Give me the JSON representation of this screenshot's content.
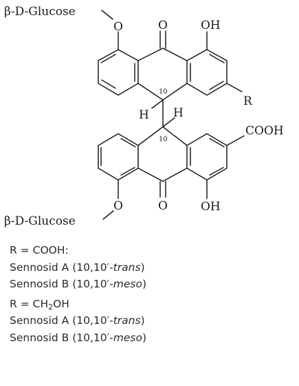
{
  "structure": {
    "labels": {
      "glucose_top": "β-D-Glucose",
      "glucose_bottom": "β-D-Glucose",
      "o_ether_top": "O",
      "o_ether_bottom": "O",
      "o_carbonyl_top": "O",
      "o_carbonyl_bottom": "O",
      "oh_top": "OH",
      "oh_bottom": "OH",
      "r_group": "R",
      "cooh": "COOH",
      "h_left": "H",
      "h_right": "H",
      "c10_top": "10",
      "c10_bottom": "10"
    }
  },
  "legend": {
    "groups": [
      {
        "r_prefix": "R = ",
        "r_value": "COOH",
        "r_sub": "",
        "r_suffix": ":",
        "items": [
          {
            "name": "Sennosid A",
            "open": " (10,10′-",
            "stereo": "trans",
            "close": ")"
          },
          {
            "name": "Sennosid B",
            "open": " (10,10′-",
            "stereo": "meso",
            "close": ")"
          }
        ]
      },
      {
        "r_prefix": "R = ",
        "r_value": "CH",
        "r_sub": "2",
        "r_suffix": "OH",
        "items": [
          {
            "name": "Sennosid A",
            "open": " (10,10′-",
            "stereo": "trans",
            "close": ")"
          },
          {
            "name": "Sennosid B",
            "open": " (10,10′-",
            "stereo": "meso",
            "close": ")"
          }
        ]
      }
    ]
  }
}
